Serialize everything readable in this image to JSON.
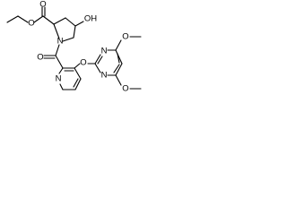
{
  "diagram": {
    "type": "chemical-structure",
    "atoms": {
      "ester_carbonyl_o": "O",
      "ester_o": "O",
      "hydroxyl": "OH",
      "pyrrolidine_n": "N",
      "amide_o": "O",
      "ether_o": "O",
      "pyridine_n": "N",
      "pyrimidine_n1": "N",
      "pyrimidine_n2": "N",
      "methoxy_o_top": "O",
      "methoxy_o_bottom": "O"
    }
  }
}
